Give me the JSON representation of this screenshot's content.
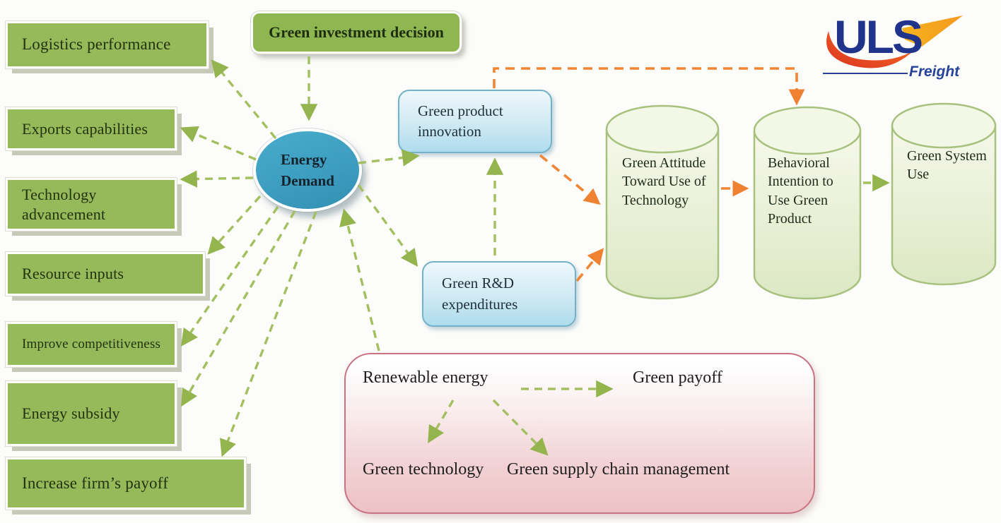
{
  "logo": {
    "brand": "ULS",
    "tagline": "Freight"
  },
  "colors": {
    "factor_green": "#96b95a",
    "arrow_green": "#a3bf5f",
    "arrow_orange": "#f08534",
    "energy_teal": "#3b9cbf",
    "innovation_blue": "#cfe9f3",
    "cylinder_green": "#e7efd3",
    "panel_pink": "#ecc2c6",
    "logo_navy": "#20348c"
  },
  "factors": [
    "Logistics performance",
    "Exports capabilities",
    "Technology advancement",
    "Resource inputs",
    "Improve competitiveness",
    "Energy subsidy",
    "Increase firm’s payoff"
  ],
  "nodes": {
    "investment_decision": "Green investment decision",
    "energy_demand": "Energy\nDemand",
    "product_innovation": "Green product innovation",
    "rd_expenditures": "Green R&D expenditures",
    "green_attitude": "Green Attitude Toward Use of Technology",
    "behavioral_intention": "Behavioral Intention to Use Green Product",
    "green_system_use": "Green System Use"
  },
  "panel": {
    "renewable_energy": "Renewable energy",
    "green_payoff": "Green payoff",
    "green_technology": "Green technology",
    "supply_chain": "Green supply chain management"
  }
}
